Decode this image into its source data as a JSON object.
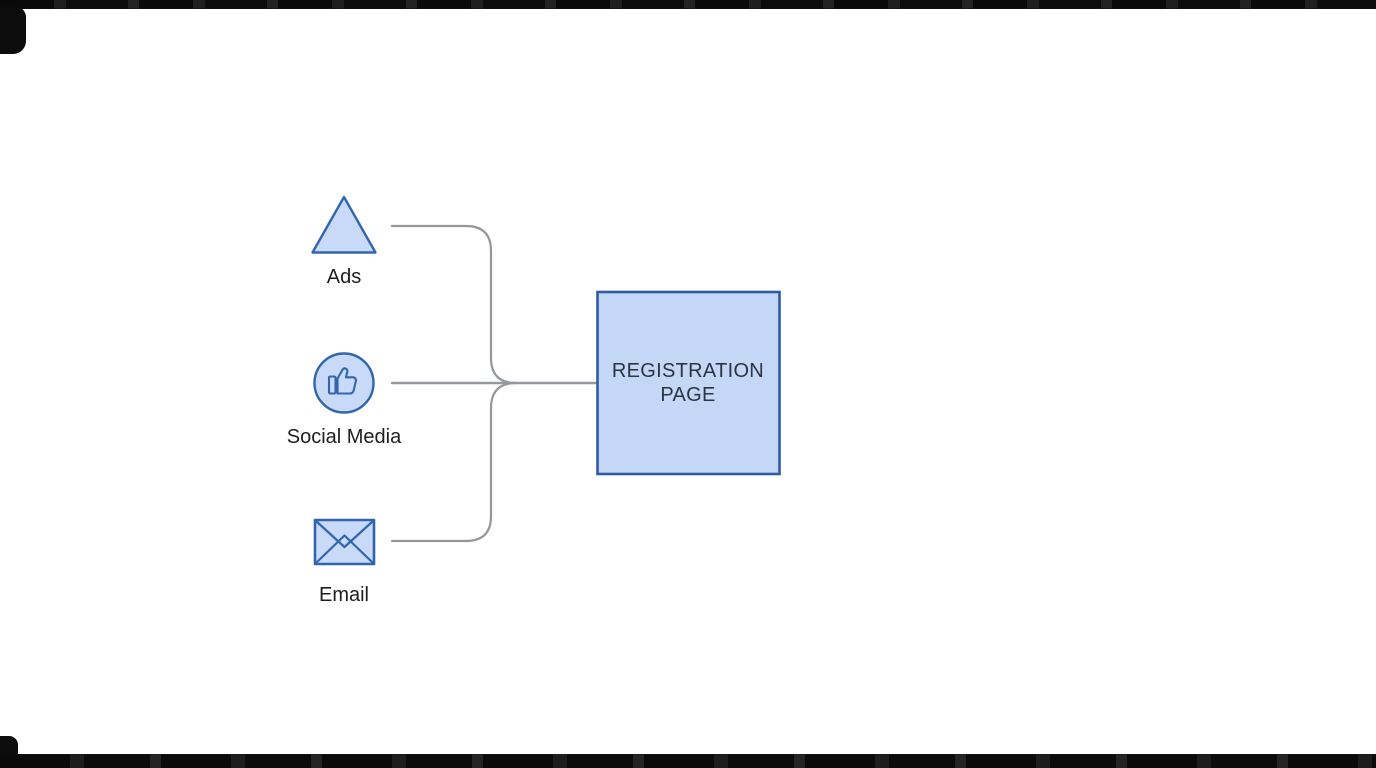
{
  "diagram": {
    "title": "traffic-sources-to-registration-flow",
    "sources": [
      {
        "id": "ads",
        "label": "Ads",
        "icon": "triangle-icon"
      },
      {
        "id": "social-media",
        "label": "Social Media",
        "icon": "thumbs-up-icon"
      },
      {
        "id": "email",
        "label": "Email",
        "icon": "envelope-icon"
      }
    ],
    "target": {
      "id": "registration-page",
      "label": "REGISTRATION PAGE"
    },
    "connections": [
      {
        "from": "ads",
        "to": "registration-page"
      },
      {
        "from": "social-media",
        "to": "registration-page"
      },
      {
        "from": "email",
        "to": "registration-page"
      }
    ]
  },
  "colors": {
    "background": "#ffffff",
    "node_fill": "#c8daf7",
    "node_stroke": "#3166ae",
    "box_fill": "#c4d7f6",
    "box_stroke": "#2d5ba6",
    "connector": "#94989c",
    "label_text": "#1e1e20",
    "box_text": "#2b3441",
    "film_edge": "#0d0d0d"
  }
}
